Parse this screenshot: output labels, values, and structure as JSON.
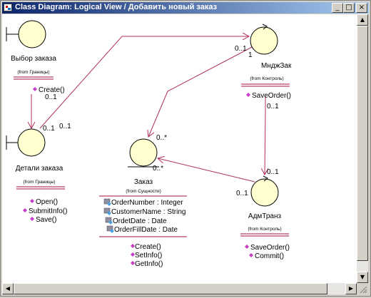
{
  "window": {
    "title": "Class Diagram: Logical View / Добавить новый заказ",
    "buttons": [
      "_",
      "□",
      "×"
    ]
  },
  "diagram": {
    "classes": [
      {
        "name": "Выбор заказа",
        "from": "(from Границы)",
        "stereotype": "boundary",
        "operations": [
          "Create()"
        ],
        "attributes": []
      },
      {
        "name": "Детали заказа",
        "from": "(from Границы)",
        "stereotype": "boundary",
        "operations": [
          "Open()",
          "SubmitInfo()",
          "Save()"
        ],
        "attributes": []
      },
      {
        "name": "МнджЗак",
        "from": "(from Контроль)",
        "stereotype": "control",
        "operations": [
          "SaveOrder()"
        ],
        "attributes": []
      },
      {
        "name": "Заказ",
        "from": "(from Сущности)",
        "stereotype": "entity",
        "attributes": [
          "OrderNumber : Integer",
          "CustomerName : String",
          "OrdetDate : Date",
          "OrderFillDate : Date"
        ],
        "operations": [
          "Create()",
          "SetInfo()",
          "GetInfo()"
        ]
      },
      {
        "name": "АдмТранз",
        "from": "(from Контроль)",
        "stereotype": "control",
        "operations": [
          "SaveOrder()",
          "Commit()"
        ],
        "attributes": []
      }
    ],
    "multiplicities": [
      "0..1",
      "0..1",
      "0..1",
      "0..1",
      "1",
      "0..1",
      "0..*",
      "0..*",
      "0..1",
      "0..1"
    ]
  },
  "colors": {
    "association": "#b03060",
    "separator": "#a0103a",
    "icon_fill": "#ffffd0",
    "operation_icon": "#c83cc8"
  }
}
